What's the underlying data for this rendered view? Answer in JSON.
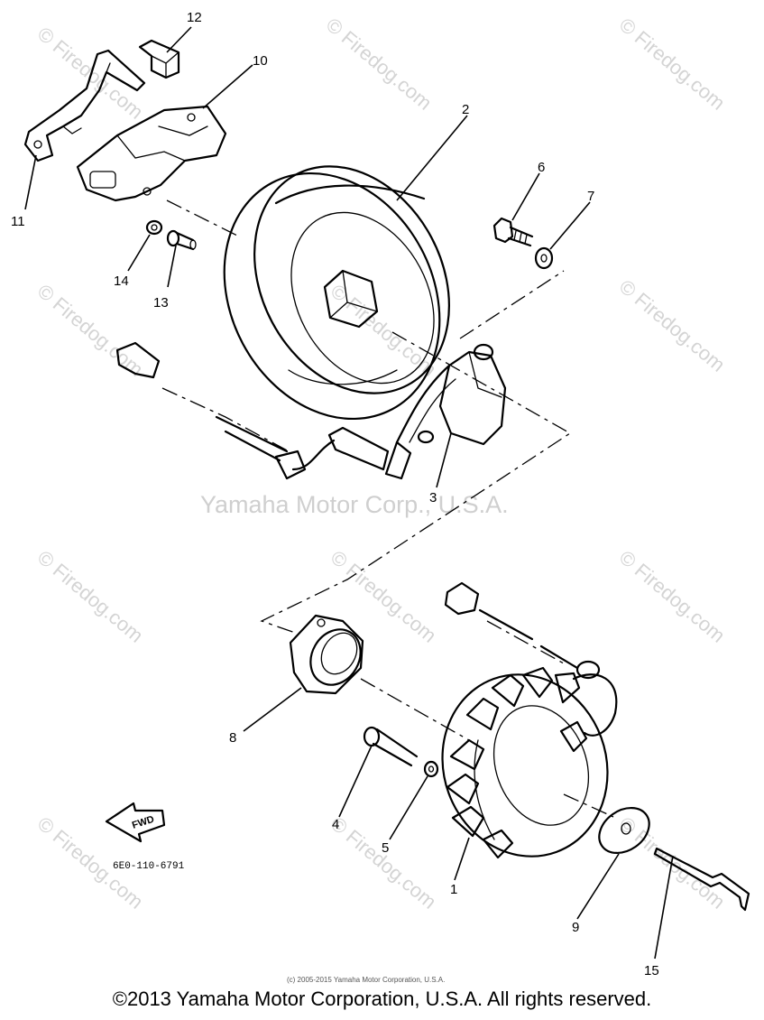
{
  "watermark": {
    "site": "© Firedog.com",
    "company": "Yamaha Motor Corp., U.S.A."
  },
  "callouts": [
    "1",
    "2",
    "3",
    "4",
    "5",
    "6",
    "7",
    "8",
    "9",
    "10",
    "11",
    "12",
    "13",
    "14",
    "15"
  ],
  "fwd_label": "FWD",
  "diagram_code": "6E0-110-6791",
  "small_copyright": "(c) 2005-2015 Yamaha Motor Corporation, U.S.A.",
  "copyright": "©2013 Yamaha Motor Corporation, U.S.A. All rights reserved."
}
